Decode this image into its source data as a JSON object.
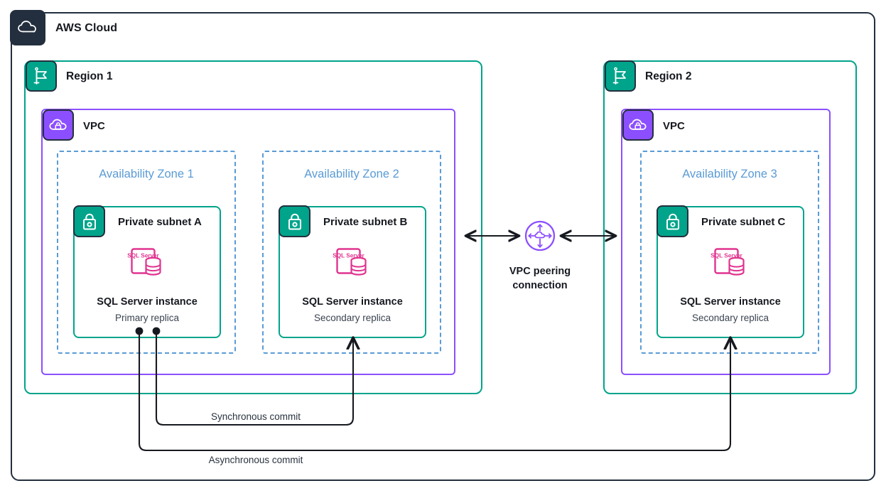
{
  "diagram": {
    "cloud": {
      "label": "AWS Cloud",
      "icon": "aws-cloud-icon",
      "border_color": "#232F3E"
    },
    "regions": [
      {
        "label": "Region 1",
        "icon": "region-flag-icon",
        "border_color": "#00A48B",
        "vpc": {
          "label": "VPC",
          "icon": "vpc-cloud-lock-icon",
          "border_color": "#8C4FFF"
        },
        "availability_zones": [
          {
            "label": "Availability Zone 1",
            "border_color": "#5A9BD5",
            "subnet": {
              "label": "Private subnet A",
              "icon": "private-subnet-lock-icon",
              "border_color": "#00A48B",
              "resource": {
                "icon": "sql-server-icon",
                "icon_label": "SQL Server",
                "title": "SQL Server instance",
                "subtitle": "Primary replica",
                "icon_color": "#E0338F"
              }
            }
          },
          {
            "label": "Availability Zone 2",
            "border_color": "#5A9BD5",
            "subnet": {
              "label": "Private subnet B",
              "icon": "private-subnet-lock-icon",
              "border_color": "#00A48B",
              "resource": {
                "icon": "sql-server-icon",
                "icon_label": "SQL Server",
                "title": "SQL Server instance",
                "subtitle": "Secondary replica",
                "icon_color": "#E0338F"
              }
            }
          }
        ]
      },
      {
        "label": "Region 2",
        "icon": "region-flag-icon",
        "border_color": "#00A48B",
        "vpc": {
          "label": "VPC",
          "icon": "vpc-cloud-lock-icon",
          "border_color": "#8C4FFF"
        },
        "availability_zones": [
          {
            "label": "Availability Zone 3",
            "border_color": "#5A9BD5",
            "subnet": {
              "label": "Private subnet C",
              "icon": "private-subnet-lock-icon",
              "border_color": "#00A48B",
              "resource": {
                "icon": "sql-server-icon",
                "icon_label": "SQL Server",
                "title": "SQL Server instance",
                "subtitle": "Secondary replica",
                "icon_color": "#E0338F"
              }
            }
          }
        ]
      }
    ],
    "peering": {
      "icon": "vpc-peering-icon",
      "label_line1": "VPC peering",
      "label_line2": "connection",
      "color": "#8C4FFF"
    },
    "connections": [
      {
        "label": "Synchronous commit",
        "from": "Primary replica",
        "to": "Secondary replica (AZ2)"
      },
      {
        "label": "Asynchronous commit",
        "from": "Primary replica",
        "to": "Secondary replica (AZ3)"
      }
    ]
  }
}
